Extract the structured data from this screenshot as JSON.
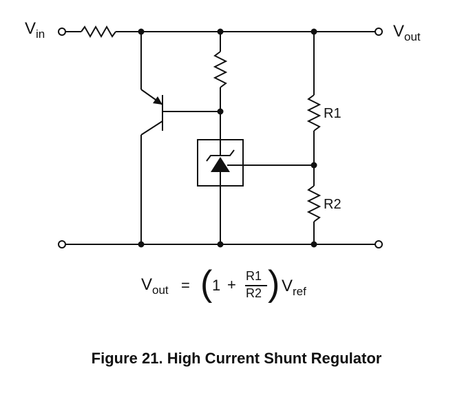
{
  "diagram": {
    "labels": {
      "vin_main": "V",
      "vin_sub": "in",
      "vout_main": "V",
      "vout_sub": "out",
      "r1": "R1",
      "r2": "R2"
    },
    "formula": {
      "lhs_main": "V",
      "lhs_sub": "out",
      "equals": "=",
      "open_paren": "(",
      "one": "1",
      "plus": "+",
      "numerator": "R1",
      "denominator": "R2",
      "close_paren": ")",
      "ref_main": "V",
      "ref_sub": "ref"
    },
    "caption": "Figure 21. High Current Shunt Regulator"
  }
}
